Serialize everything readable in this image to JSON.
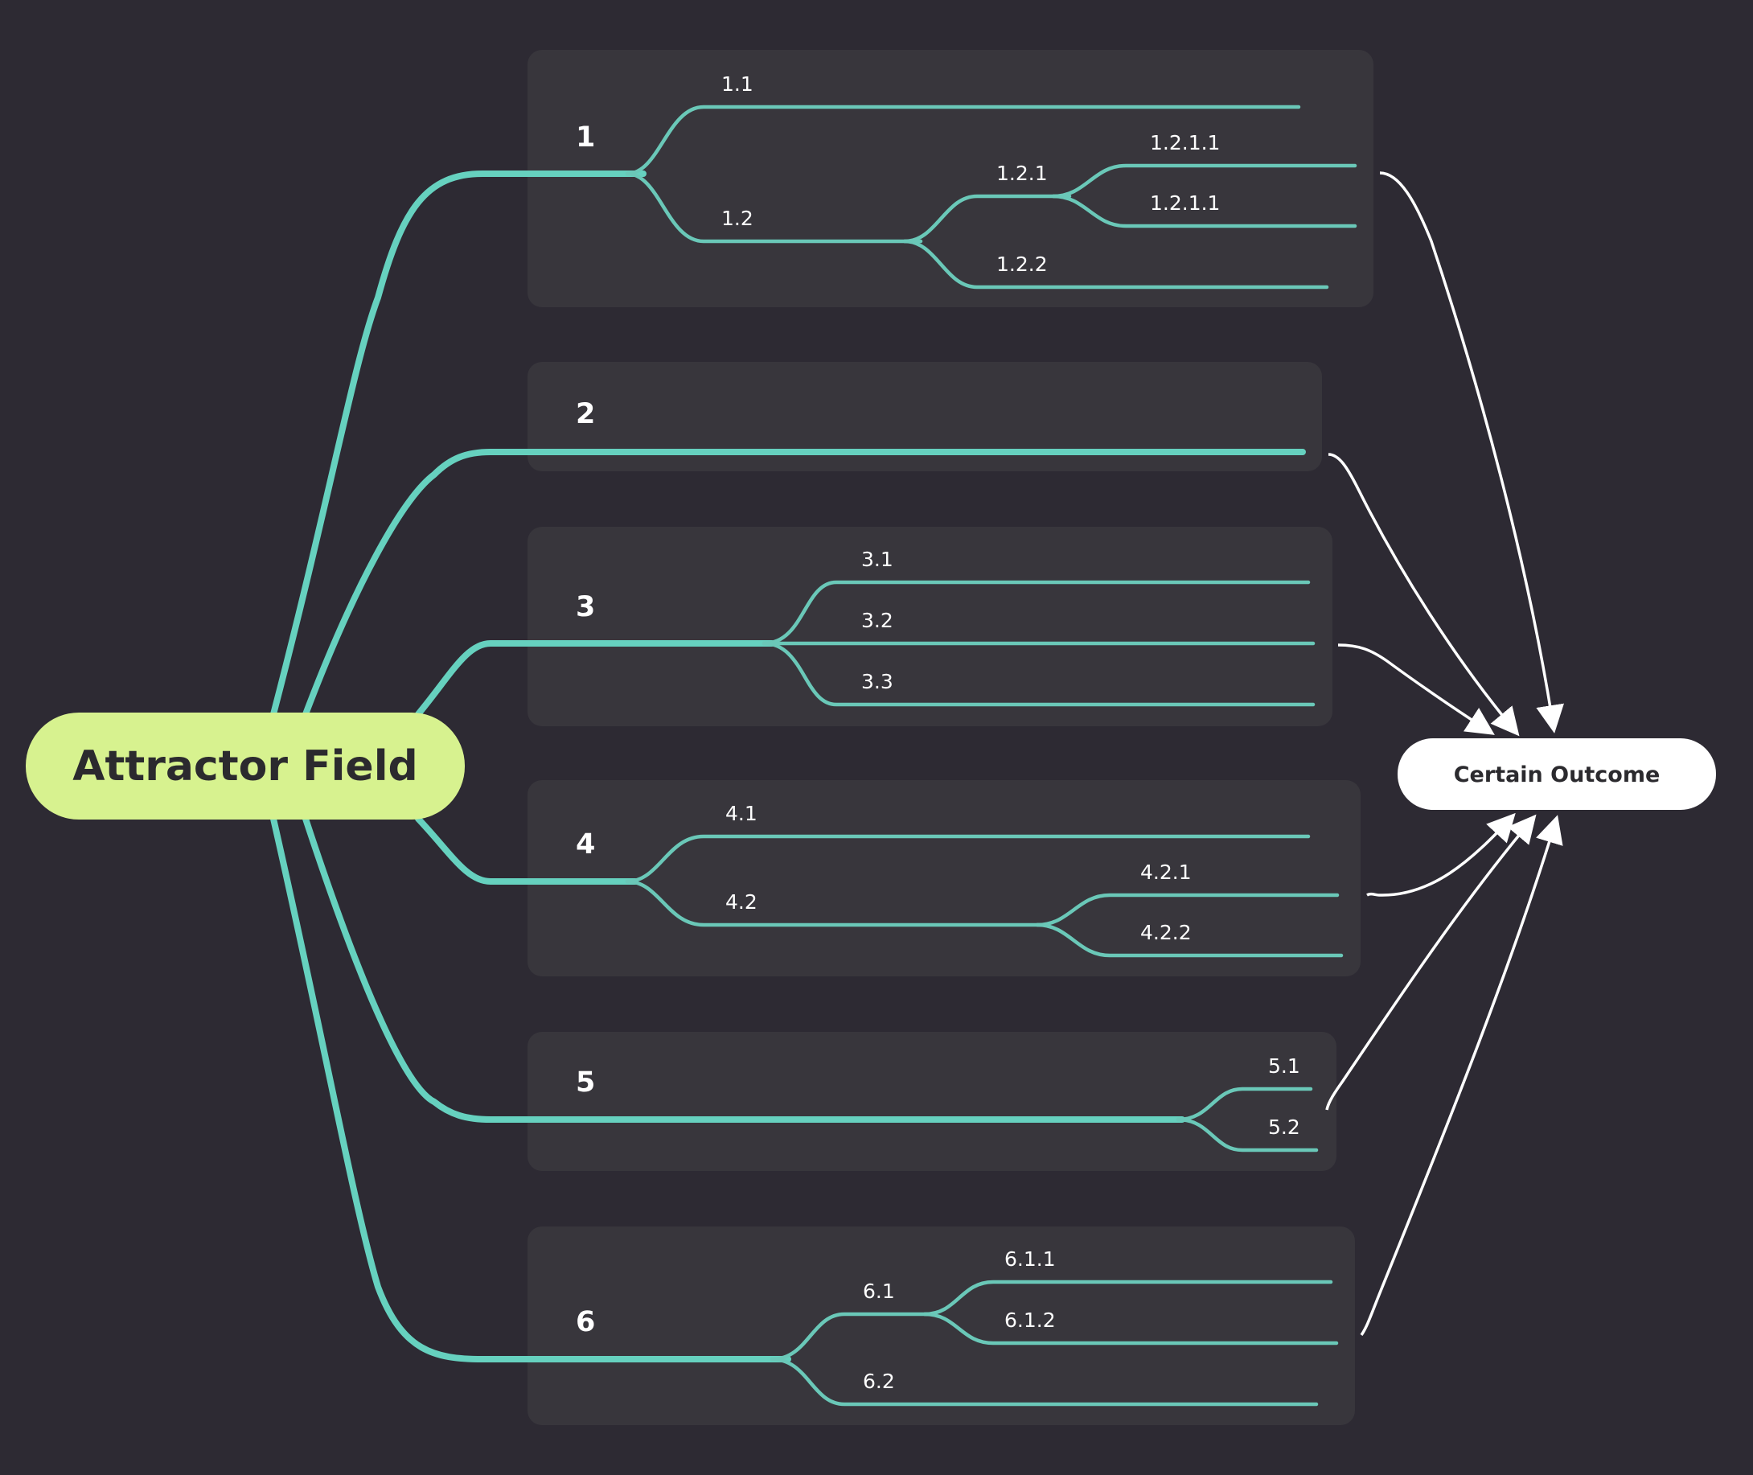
{
  "root": {
    "label": "Attractor Field",
    "color": "#d7f28f"
  },
  "outcome": {
    "label": "Certain Outcome",
    "color": "#ffffff"
  },
  "colors": {
    "background": "#2d2a33",
    "panel": "#38363c",
    "branch": "#66d1bf",
    "arrow": "#ffffff"
  },
  "branches": [
    {
      "label": "1",
      "children": [
        {
          "label": "1.1"
        },
        {
          "label": "1.2",
          "children": [
            {
              "label": "1.2.1",
              "children": [
                {
                  "label": "1.2.1.1"
                },
                {
                  "label": "1.2.1.1"
                }
              ]
            },
            {
              "label": "1.2.2"
            }
          ]
        }
      ]
    },
    {
      "label": "2"
    },
    {
      "label": "3",
      "children": [
        {
          "label": "3.1"
        },
        {
          "label": "3.2"
        },
        {
          "label": "3.3"
        }
      ]
    },
    {
      "label": "4",
      "children": [
        {
          "label": "4.1"
        },
        {
          "label": "4.2",
          "children": [
            {
              "label": "4.2.1"
            },
            {
              "label": "4.2.2"
            }
          ]
        }
      ]
    },
    {
      "label": "5",
      "children": [
        {
          "label": "5.1"
        },
        {
          "label": "5.2"
        }
      ]
    },
    {
      "label": "6",
      "children": [
        {
          "label": "6.1",
          "children": [
            {
              "label": "6.1.1"
            },
            {
              "label": "6.1.2"
            }
          ]
        },
        {
          "label": "6.2"
        }
      ]
    }
  ]
}
